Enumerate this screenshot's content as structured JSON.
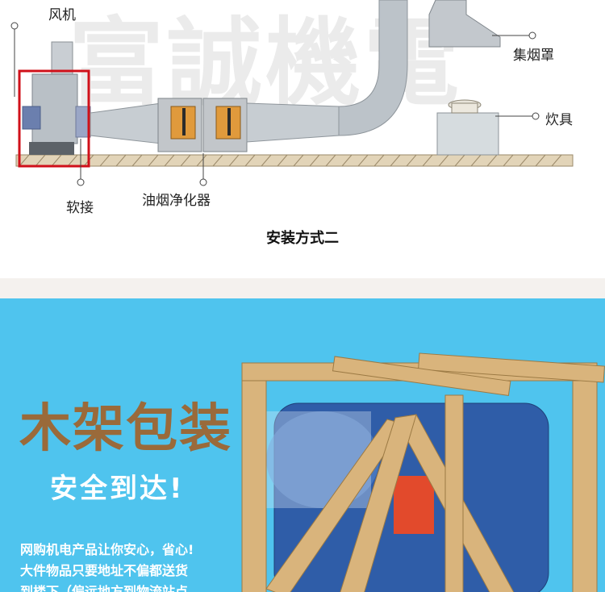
{
  "diagram": {
    "watermark": "富誠機電",
    "labels": {
      "fan": "风机",
      "hood": "集烟罩",
      "stove": "炊具",
      "soft_joint": "软接",
      "purifier": "油烟净化器"
    },
    "caption": "安装方式二",
    "colors": {
      "highlight": "#d0101a"
    }
  },
  "packing": {
    "title": "木架包装",
    "subtitle": "安全到达!",
    "lines": [
      "网购机电产品让你安心，省心!",
      "大件物品只要地址不偏都送货",
      "到楼下（偏远地方到物流站点"
    ],
    "colors": {
      "background": "#4fc4ee",
      "title": "#9a6a3a"
    }
  }
}
